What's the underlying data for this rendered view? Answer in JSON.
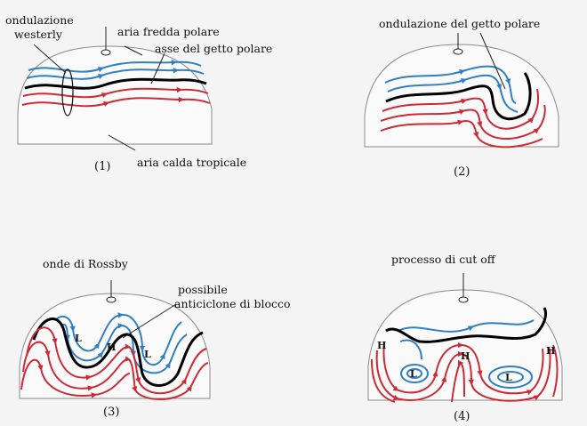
{
  "colors": {
    "background": "#f4f4f4",
    "dome_outline": "#8a8a8a",
    "cold_stream": "#2f7fc4",
    "jet_axis": "#000000",
    "warm_stream": "#cc2b35"
  },
  "panels": [
    {
      "number": "(1)",
      "labels": {
        "westerly_undulation": [
          "ondulazione",
          "westerly"
        ],
        "cold_air": "aria fredda polare",
        "jet_axis": "asse del getto polare",
        "warm_air": "aria calda tropicale"
      }
    },
    {
      "number": "(2)",
      "labels": {
        "jet_undulation": "ondulazione del getto polare"
      }
    },
    {
      "number": "(3)",
      "labels": {
        "rossby_waves": "onde di Rossby",
        "blocking": [
          "possibile",
          "anticiclone di blocco"
        ]
      },
      "pressure_centers": [
        "L",
        "H",
        "L"
      ]
    },
    {
      "number": "(4)",
      "labels": {
        "cutoff": "processo di cut off"
      },
      "pressure_centers": [
        "H",
        "H",
        "H",
        "L",
        "L"
      ]
    }
  ]
}
